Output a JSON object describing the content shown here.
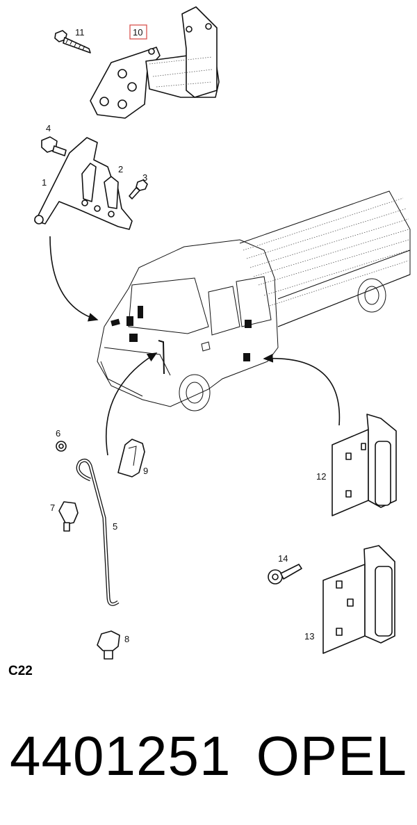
{
  "callouts": {
    "c1": "1",
    "c2": "2",
    "c3": "3",
    "c4": "4",
    "c5": "5",
    "c6": "6",
    "c7": "7",
    "c8": "8",
    "c9": "9",
    "c10": "10",
    "c11": "11",
    "c12": "12",
    "c13": "13",
    "c14": "14"
  },
  "highlighted_callout": "10",
  "highlight_color": "#d9534f",
  "section_code": "C22",
  "part_number": "4401251",
  "brand": "OPEL"
}
